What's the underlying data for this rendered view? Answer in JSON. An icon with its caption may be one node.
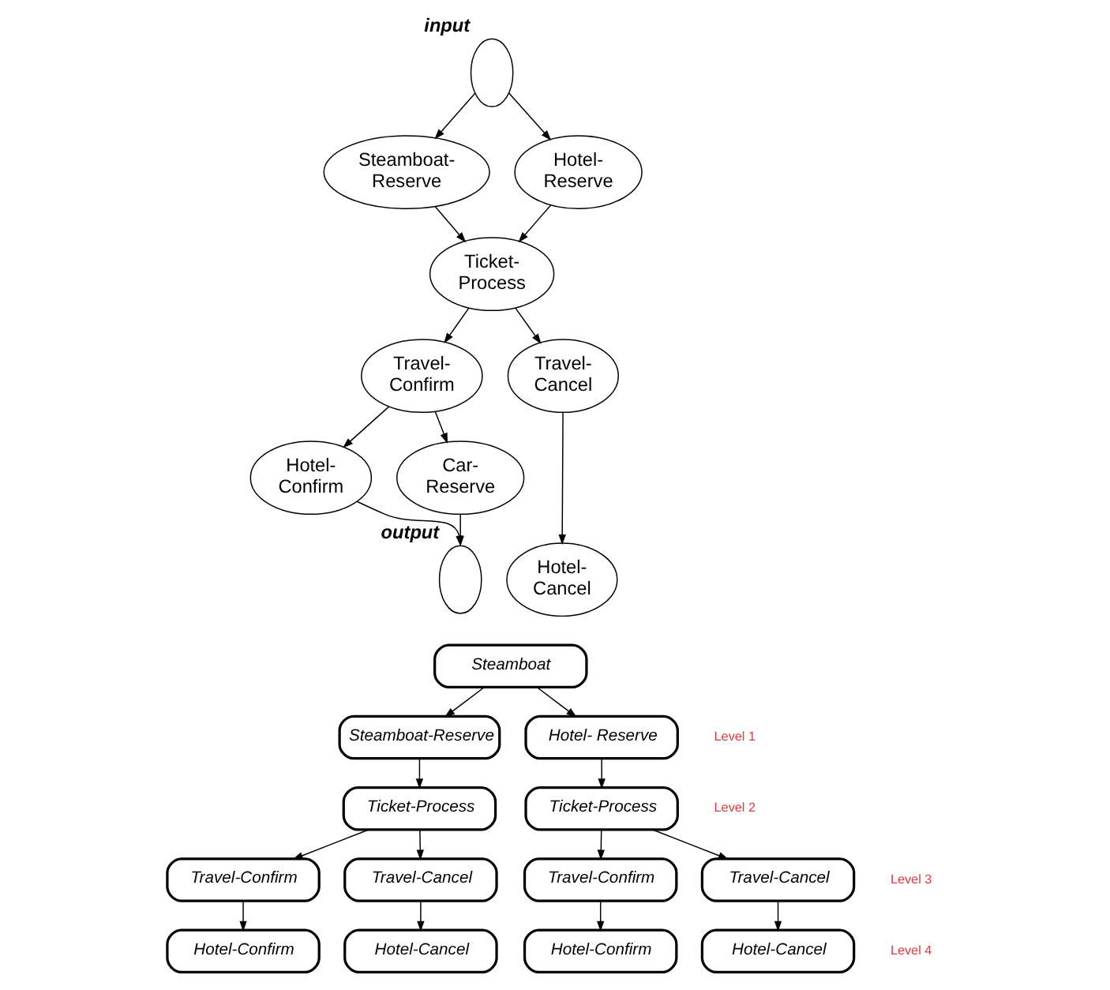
{
  "diagram": {
    "nodes": [
      {
        "text": [],
        "shape": "ellipse",
        "beside": [
          "input"
        ]
      },
      {
        "text": [
          "Steamboat- Reserve"
        ]
      },
      {
        "text": [
          "Hotel- Reserve"
        ]
      },
      {
        "text": [
          "Ticket- Process"
        ]
      },
      {
        "text": [
          "Travel- Confirm"
        ]
      },
      {
        "text": [
          "Travel- Cancel"
        ]
      },
      {
        "text": [
          "Hotel- Confirm"
        ]
      },
      {
        "text": [
          "Car- Reserve"
        ]
      },
      {
        "text": [
          "Hotel- Cancel"
        ]
      },
      {
        "text": [],
        "shape": "ellipse",
        "beside": [
          "output"
        ]
      },
      {
        "text": [
          "Steamboat"
        ]
      },
      {
        "text": [
          "Steamboat-Reserve"
        ]
      },
      {
        "text": [
          "Hotel- Reserve"
        ]
      },
      {
        "text": [
          "Ticket-Process"
        ]
      },
      {
        "text": [
          "Ticket-Process"
        ]
      },
      {
        "text": [
          "Travel-Confirm"
        ]
      },
      {
        "text": [
          "Travel-Cancel"
        ]
      },
      {
        "text": [
          "Travel-Confirm"
        ]
      },
      {
        "text": [
          "Travel-Cancel"
        ]
      },
      {
        "text": [
          "Hotel-Confirm"
        ]
      },
      {
        "text": [
          "Hotel-Cancel"
        ]
      },
      {
        "text": [
          "Hotel-Confirm"
        ]
      },
      {
        "text": [
          "Hotel-Cancel"
        ]
      }
    ],
    "edges": [
      {
        "from": 0,
        "to": 1,
        "arrow": "to"
      },
      {
        "from": 0,
        "to": 2,
        "arrow": "to"
      },
      {
        "from": 1,
        "to": 3,
        "arrow": "to"
      },
      {
        "from": 2,
        "to": 3,
        "arrow": "to"
      },
      {
        "from": 3,
        "to": 4,
        "arrow": "to"
      },
      {
        "from": 3,
        "to": 5,
        "arrow": "to"
      },
      {
        "from": 4,
        "to": 6,
        "arrow": "to"
      },
      {
        "from": 4,
        "to": 7,
        "arrow": "to"
      },
      {
        "from": 6,
        "to": 9,
        "arrow": "to"
      },
      {
        "from": 7,
        "to": 9,
        "arrow": "to"
      },
      {
        "from": 5,
        "to": 8,
        "arrow": "to"
      },
      {
        "from": 10,
        "to": 11,
        "arrow": "to"
      },
      {
        "from": 10,
        "to": 12,
        "arrow": "to"
      },
      {
        "from": 11,
        "to": 13,
        "arrow": "to"
      },
      {
        "from": 12,
        "to": 14,
        "arrow": "to"
      },
      {
        "from": 13,
        "to": 15,
        "arrow": "to"
      },
      {
        "from": 13,
        "to": 16,
        "arrow": "to"
      },
      {
        "from": 14,
        "to": 17,
        "arrow": "to"
      },
      {
        "from": 14,
        "to": 18,
        "arrow": "to"
      },
      {
        "from": 15,
        "to": 19,
        "arrow": "to"
      },
      {
        "from": 16,
        "to": 20,
        "arrow": "to"
      },
      {
        "from": 17,
        "to": 21,
        "arrow": "to"
      },
      {
        "from": 18,
        "to": 22,
        "arrow": "to"
      }
    ],
    "labels": [
      "Level 1",
      "Level 2",
      "Level 3",
      "Level 4"
    ]
  }
}
